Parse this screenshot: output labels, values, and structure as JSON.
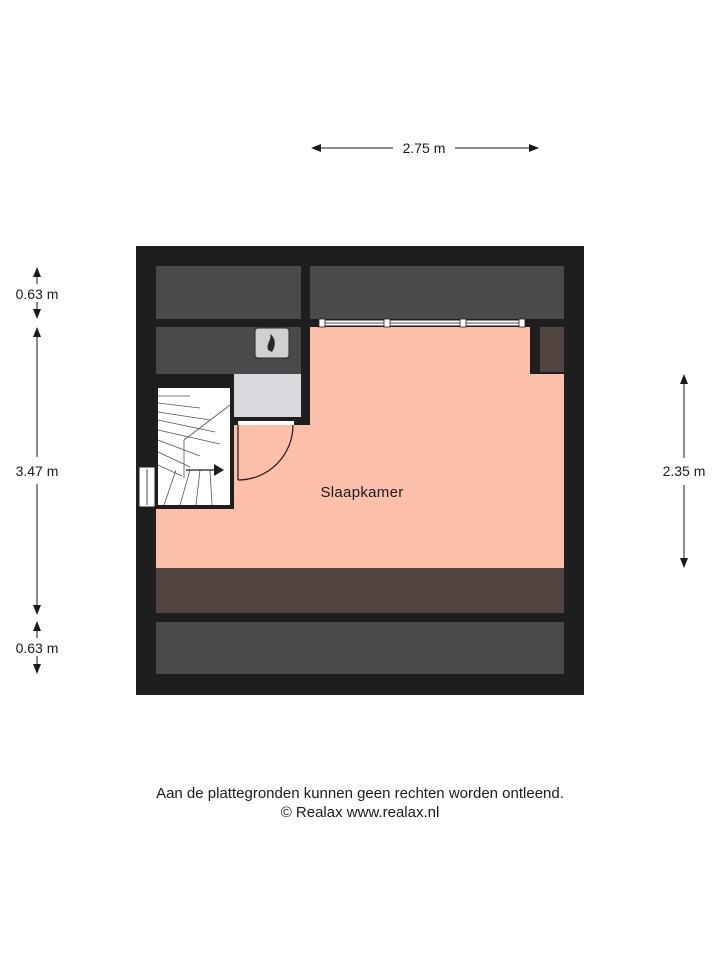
{
  "floorplan": {
    "room_label": "Slaapkamer",
    "dimensions": {
      "top_width": "2.75 m",
      "left_top": "0.63 m",
      "left_middle": "3.47 m",
      "left_bottom": "0.63 m",
      "right_height": "2.35 m"
    },
    "colors": {
      "wall": "#1e1e1e",
      "low_ceiling": "#4a4a4d",
      "room_floor": "#fcc0aa",
      "brown_zone": "#504540",
      "closet_floor": "#d7d9dc"
    }
  },
  "footer": {
    "disclaimer": "Aan de plattegronden kunnen geen rechten worden ontleend.",
    "copyright": "© Realax www.realax.nl"
  }
}
